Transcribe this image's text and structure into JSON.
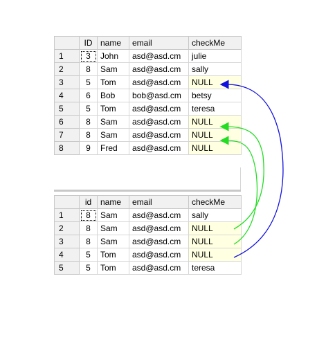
{
  "top_grid": {
    "columns": [
      "",
      "ID",
      "name",
      "email",
      "checkMe"
    ],
    "rows": [
      {
        "rn": "1",
        "id": "3",
        "name": "John",
        "email": "asd@asd.cm",
        "check": "julie",
        "is_null": false
      },
      {
        "rn": "2",
        "id": "8",
        "name": "Sam",
        "email": "asd@asd.cm",
        "check": "sally",
        "is_null": false
      },
      {
        "rn": "3",
        "id": "5",
        "name": "Tom",
        "email": "asd@asd.cm",
        "check": "NULL",
        "is_null": true
      },
      {
        "rn": "4",
        "id": "6",
        "name": "Bob",
        "email": "bob@asd.cm",
        "check": "betsy",
        "is_null": false
      },
      {
        "rn": "5",
        "id": "5",
        "name": "Tom",
        "email": "asd@asd.cm",
        "check": "teresa",
        "is_null": false
      },
      {
        "rn": "6",
        "id": "8",
        "name": "Sam",
        "email": "asd@asd.cm",
        "check": "NULL",
        "is_null": true
      },
      {
        "rn": "7",
        "id": "8",
        "name": "Sam",
        "email": "asd@asd.cm",
        "check": "NULL",
        "is_null": true
      },
      {
        "rn": "8",
        "id": "9",
        "name": "Fred",
        "email": "asd@asd.cm",
        "check": "NULL",
        "is_null": true
      }
    ]
  },
  "bottom_grid": {
    "columns": [
      "",
      "id",
      "name",
      "email",
      "checkMe"
    ],
    "rows": [
      {
        "rn": "1",
        "id": "8",
        "name": "Sam",
        "email": "asd@asd.cm",
        "check": "sally",
        "is_null": false
      },
      {
        "rn": "2",
        "id": "8",
        "name": "Sam",
        "email": "asd@asd.cm",
        "check": "NULL",
        "is_null": true
      },
      {
        "rn": "3",
        "id": "8",
        "name": "Sam",
        "email": "asd@asd.cm",
        "check": "NULL",
        "is_null": true
      },
      {
        "rn": "4",
        "id": "5",
        "name": "Tom",
        "email": "asd@asd.cm",
        "check": "NULL",
        "is_null": true
      },
      {
        "rn": "5",
        "id": "5",
        "name": "Tom",
        "email": "asd@asd.cm",
        "check": "teresa",
        "is_null": false
      }
    ]
  },
  "colors": {
    "blue_arrow": "#1010e0",
    "green_arrow": "#22dd22",
    "null_cell": "#ffffe1",
    "header_bg": "#f1f1f1"
  }
}
